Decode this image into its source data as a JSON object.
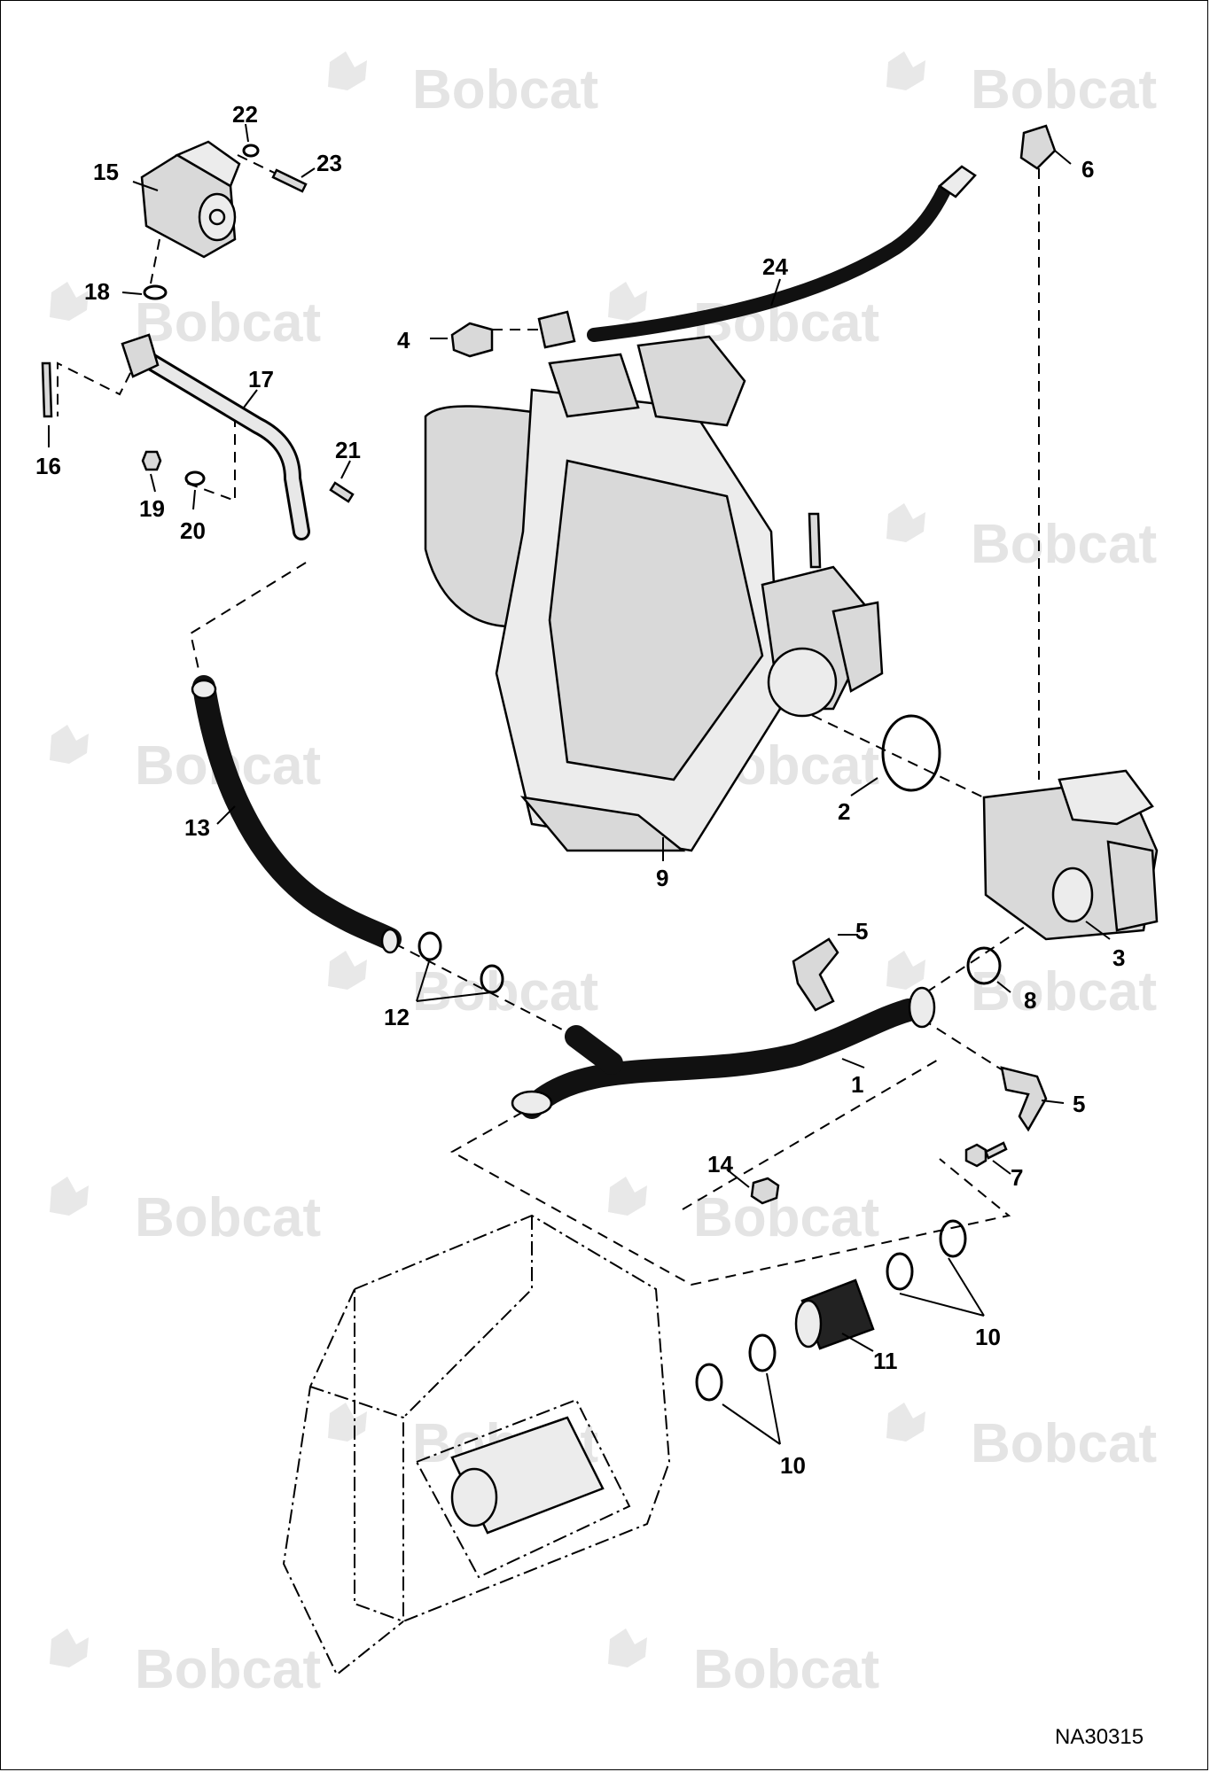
{
  "diagram": {
    "drawing_id": "NA30315",
    "watermark_text": "Bobcat",
    "callouts": [
      {
        "id": "1",
        "label": "1"
      },
      {
        "id": "2",
        "label": "2"
      },
      {
        "id": "3",
        "label": "3"
      },
      {
        "id": "4",
        "label": "4"
      },
      {
        "id": "5a",
        "label": "5"
      },
      {
        "id": "5b",
        "label": "5"
      },
      {
        "id": "6",
        "label": "6"
      },
      {
        "id": "7",
        "label": "7"
      },
      {
        "id": "8",
        "label": "8"
      },
      {
        "id": "9",
        "label": "9"
      },
      {
        "id": "10a",
        "label": "10"
      },
      {
        "id": "10b",
        "label": "10"
      },
      {
        "id": "11",
        "label": "11"
      },
      {
        "id": "12",
        "label": "12"
      },
      {
        "id": "13",
        "label": "13"
      },
      {
        "id": "14",
        "label": "14"
      },
      {
        "id": "15",
        "label": "15"
      },
      {
        "id": "16",
        "label": "16"
      },
      {
        "id": "17",
        "label": "17"
      },
      {
        "id": "18",
        "label": "18"
      },
      {
        "id": "19",
        "label": "19"
      },
      {
        "id": "20",
        "label": "20"
      },
      {
        "id": "21",
        "label": "21"
      },
      {
        "id": "22",
        "label": "22"
      },
      {
        "id": "23",
        "label": "23"
      },
      {
        "id": "24",
        "label": "24"
      }
    ],
    "colors": {
      "line": "#000000",
      "hose": "#111111",
      "watermark": "#e4e4e4",
      "background": "#ffffff"
    }
  }
}
